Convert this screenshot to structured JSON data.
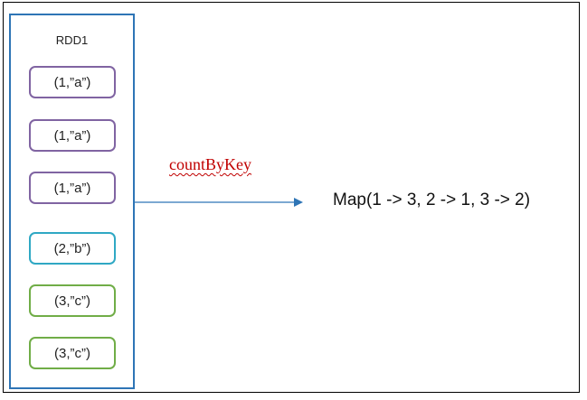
{
  "rdd": {
    "title": "RDD1",
    "items": [
      {
        "label": "(1,”a”)",
        "color": "#8064a2"
      },
      {
        "label": "(1,”a”)",
        "color": "#8064a2"
      },
      {
        "label": "(1,”a”)",
        "color": "#8064a2"
      },
      {
        "label": "(2,”b”)",
        "color": "#2fa8c4"
      },
      {
        "label": "(3,”c”)",
        "color": "#70ad47"
      },
      {
        "label": "(3,”c”)",
        "color": "#70ad47"
      }
    ]
  },
  "operation": {
    "label": "countByKey",
    "color": "#c00000"
  },
  "result": {
    "text": "Map(1 -> 3, 2 -> 1, 3 -> 2)"
  },
  "colors": {
    "rdd_border": "#2e75b6",
    "arrow": "#2e75b6"
  }
}
